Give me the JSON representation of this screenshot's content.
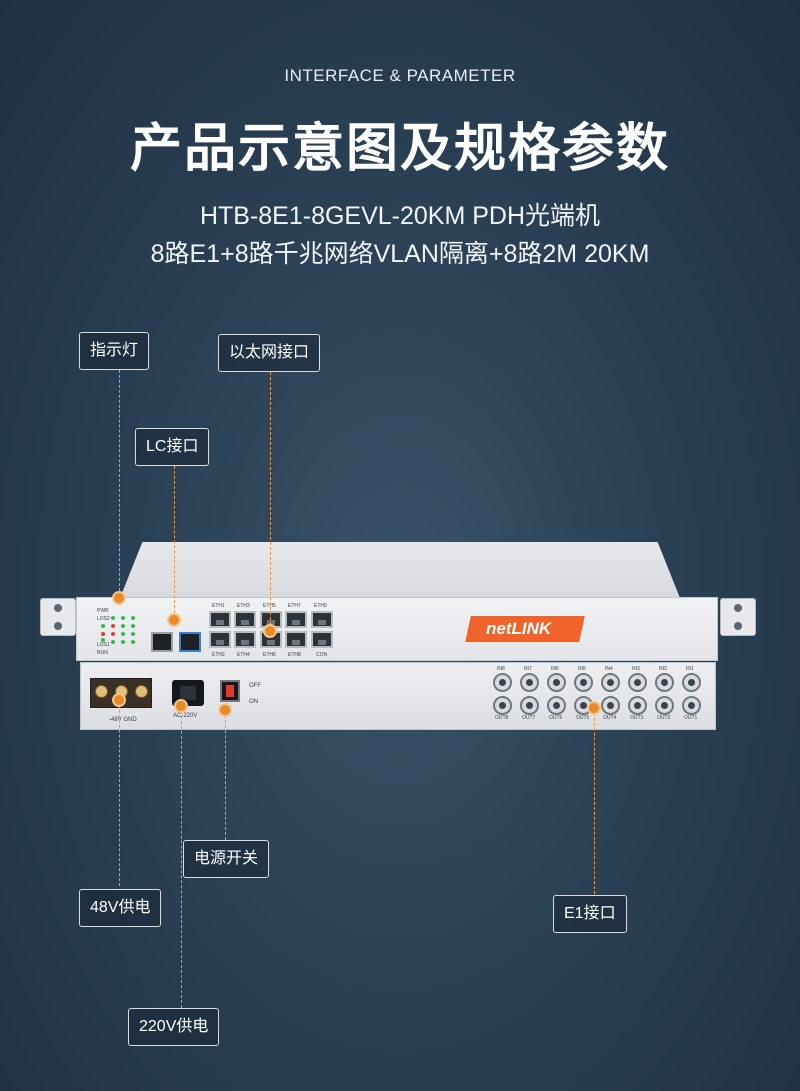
{
  "header": {
    "en_title": "INTERFACE & PARAMETER",
    "cn_title": "产品示意图及规格参数",
    "model": "HTB-8E1-8GEVL-20KM PDH光端机",
    "description": "8路E1+8路千兆网络VLAN隔离+8路2M 20KM"
  },
  "labels": {
    "indicator": "指示灯",
    "ethernet": "以太网接口",
    "lc": "LC接口",
    "power_switch": "电源开关",
    "dc48": "48V供电",
    "e1": "E1接口",
    "ac220": "220V供电"
  },
  "device": {
    "brand": "netLINK",
    "led_labels": [
      "PWR",
      "LOS2",
      "LOS1",
      "RUN"
    ],
    "eth_top": [
      "ETH1",
      "ETH3",
      "ETH5",
      "ETH7",
      "ETH9"
    ],
    "eth_bottom": [
      "ETH2",
      "ETH4",
      "ETH6",
      "ETH8",
      "CON"
    ],
    "e1_in": [
      "IN8",
      "IN7",
      "IN6",
      "IN5",
      "IN4",
      "IN3",
      "IN2",
      "IN1"
    ],
    "e1_out": [
      "OUT8",
      "OUT7",
      "OUT6",
      "OUT5",
      "OUT4",
      "OUT3",
      "OUT2",
      "OUT1"
    ],
    "dc_label": "-48V GND",
    "ac_label": "AC-220V",
    "switch_off": "OFF",
    "switch_on": "ON"
  },
  "colors": {
    "accent": "#e8892a",
    "brand": "#f0632b",
    "background": "#2b4155"
  }
}
